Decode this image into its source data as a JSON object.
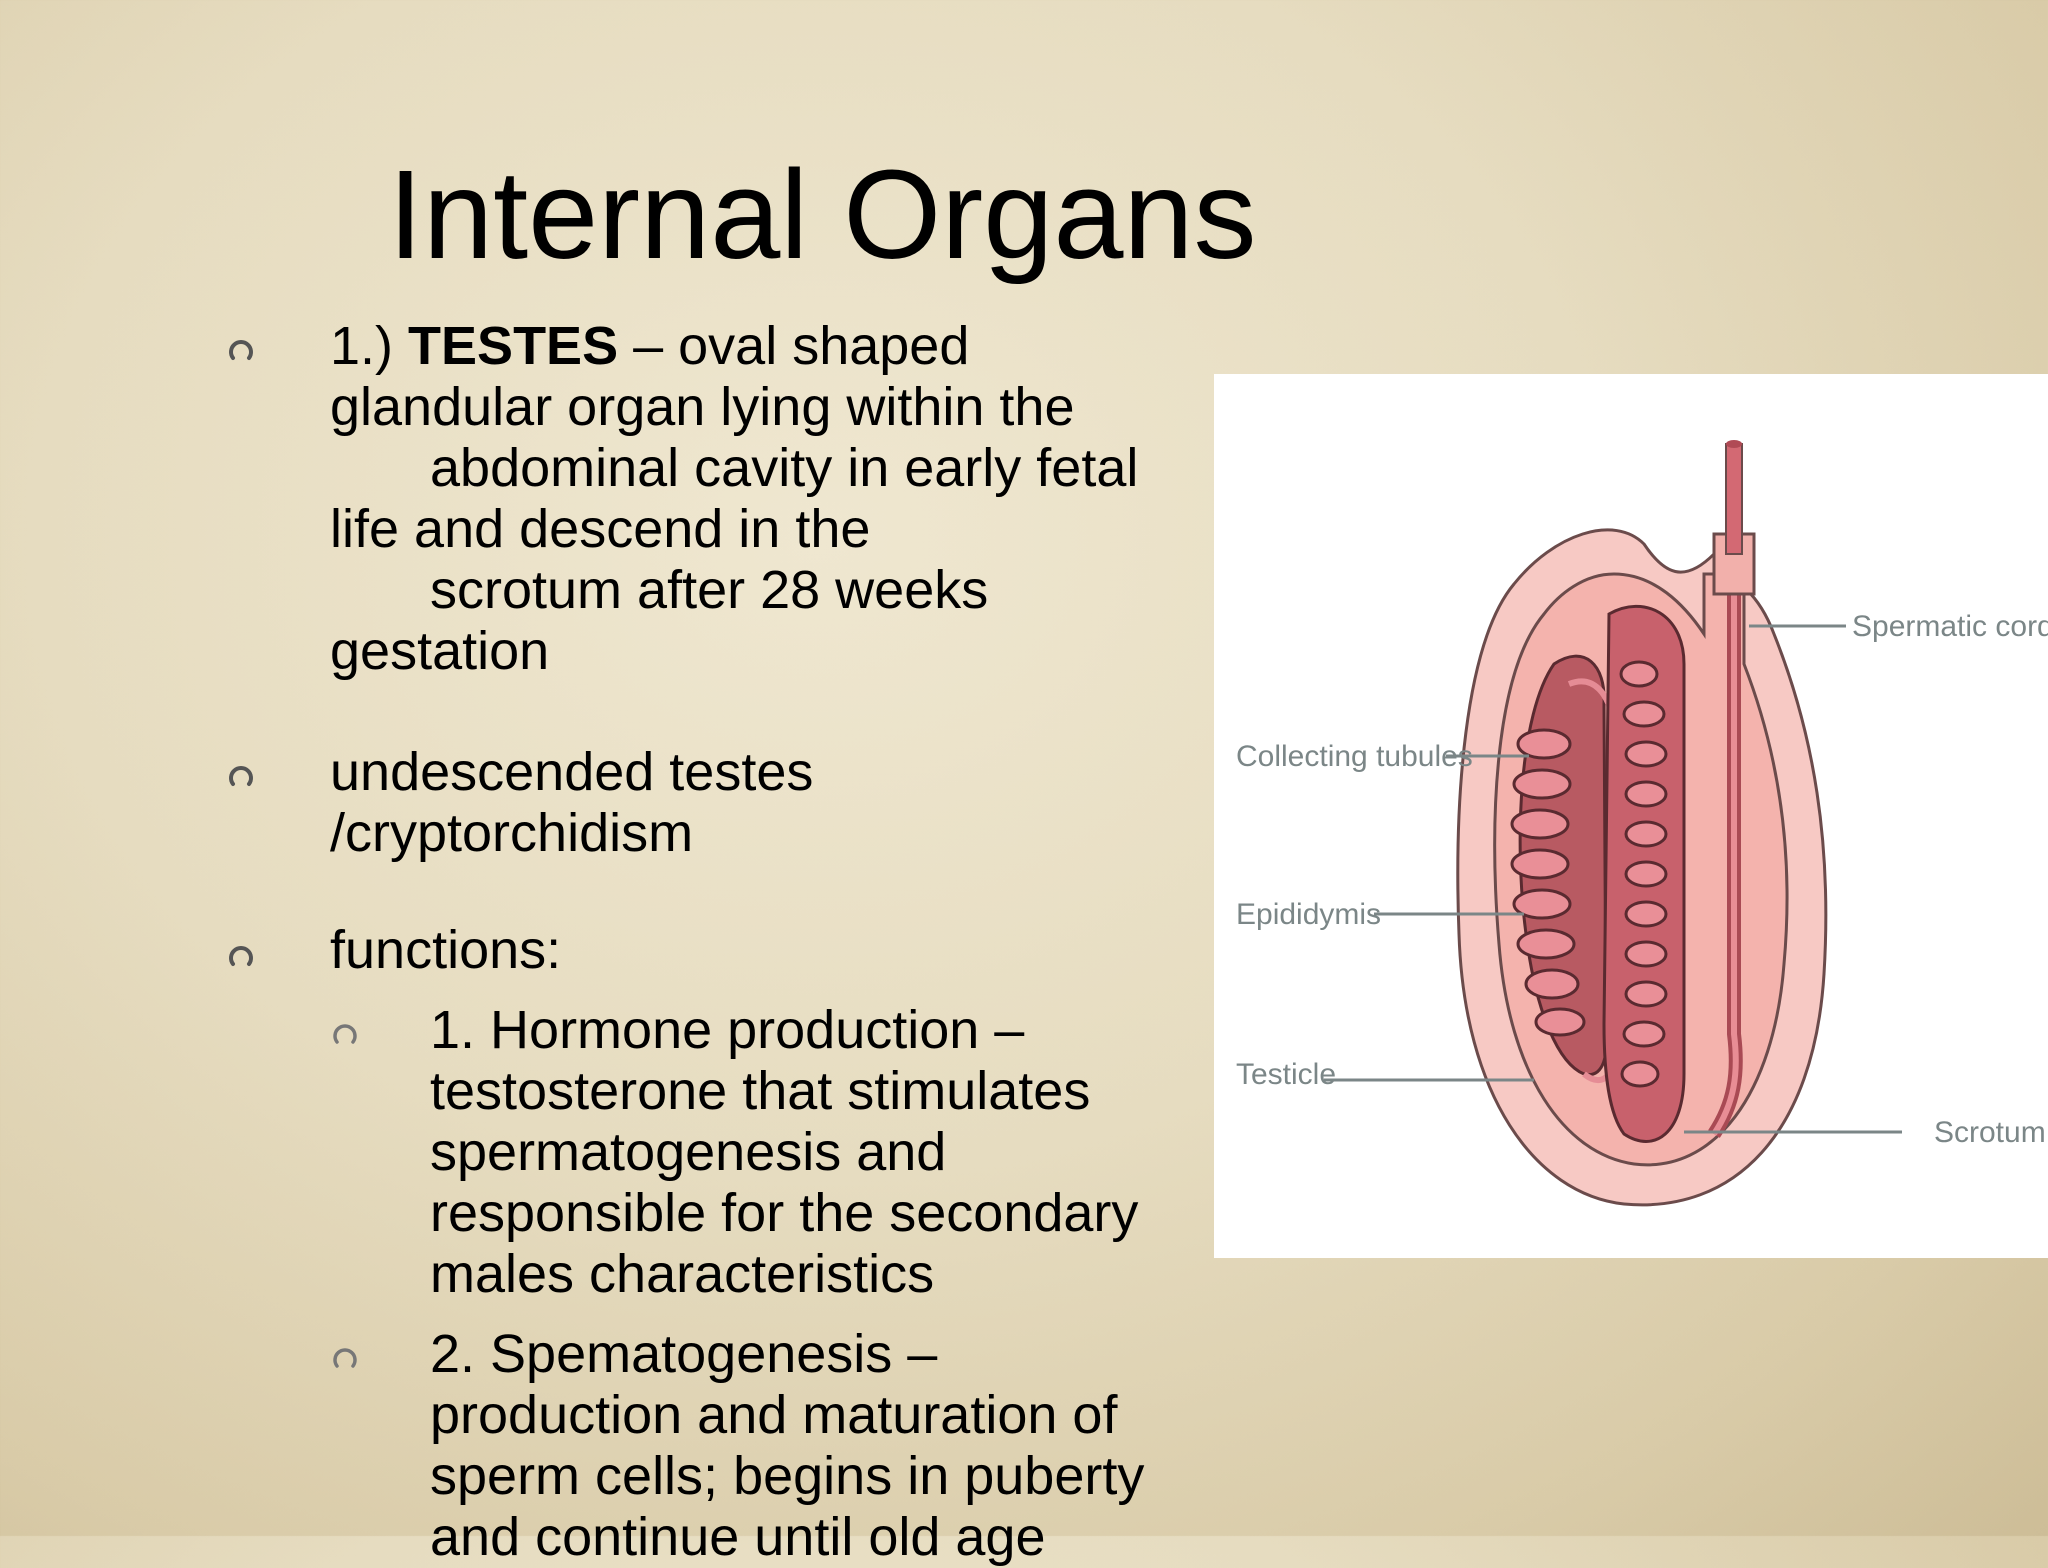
{
  "title": "Internal Organs",
  "bullets": {
    "testes": {
      "number": "1.)",
      "term": "TESTES",
      "line1_rest": " – oval shaped",
      "line2": "glandular organ lying within the",
      "line3": "abdominal cavity in early fetal",
      "line4": "life and descend in the",
      "line5": "scrotum after 28 weeks",
      "line6": "gestation"
    },
    "undescended": {
      "line1": "undescended testes",
      "line2": "/cryptorchidism"
    },
    "functions": {
      "label": "functions:",
      "items": [
        {
          "lines": [
            "1. Hormone production –",
            "testosterone that stimulates",
            "spermatogenesis and",
            "responsible for the secondary",
            "males characteristics"
          ]
        },
        {
          "lines": [
            "2. Spematogenesis –",
            "production and maturation of",
            "sperm cells; begins in puberty",
            "and continue until old age"
          ]
        }
      ]
    }
  },
  "diagram_labels": {
    "spermatic_cord": "Spermatic cord",
    "collecting_tubules": "Collecting tubules",
    "epididymis": "Epididymis",
    "testicle": "Testicle",
    "scrotum": "Scrotum"
  }
}
